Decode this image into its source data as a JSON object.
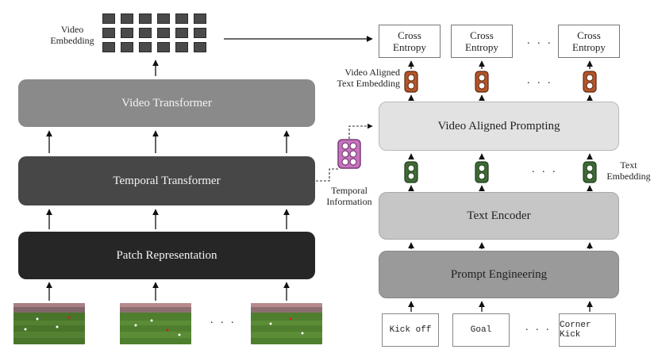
{
  "left": {
    "video_embedding_label": "Video\nEmbedding",
    "video_transformer": "Video Transformer",
    "temporal_transformer": "Temporal Transformer",
    "patch_representation": "Patch Representation",
    "frames_ellipsis": ". . .",
    "temporal_information_label": "Temporal\nInformation"
  },
  "right": {
    "cross_entropy_boxes": [
      "Cross\nEntropy",
      "Cross\nEntropy",
      "Cross\nEntropy"
    ],
    "cross_entropy_ellipsis": ". . .",
    "video_aligned_text_embedding_label": "Video Aligned\nText Embedding",
    "aligned_ellipsis": ". . .",
    "video_aligned_prompting": "Video Aligned Prompting",
    "text_embedding_label": "Text\nEmbedding",
    "text_ellipsis": ". . .",
    "text_encoder": "Text Encoder",
    "prompt_engineering": "Prompt Engineering",
    "class_prompts": [
      "Kick off",
      "Goal",
      "Corner Kick"
    ],
    "class_ellipsis": ". . ."
  },
  "colors": {
    "video_transformer": "#8a8a8a",
    "temporal_transformer": "#474747",
    "patch_representation": "#262626",
    "aligned_token": "#b5552b",
    "text_token": "#3f6b35",
    "temporal_token": "#c774c0"
  }
}
